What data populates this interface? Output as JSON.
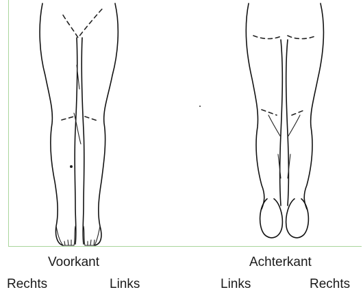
{
  "labels": {
    "front_view": "Voorkant",
    "back_view": "Achterkant",
    "front_right": "Rechts",
    "front_left": "Links",
    "back_left": "Links",
    "back_right": "Rechts"
  }
}
